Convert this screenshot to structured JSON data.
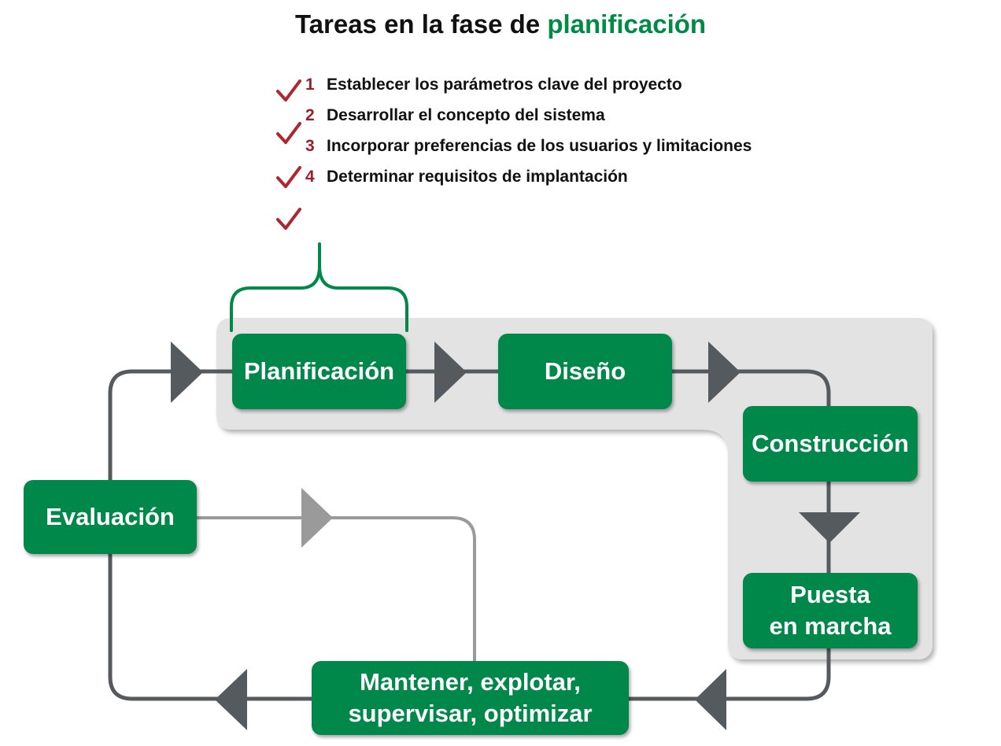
{
  "title": {
    "prefix": "Tareas en la fase de ",
    "highlight": "planificación"
  },
  "tasks": [
    {
      "num": "1",
      "text": "Establecer los parámetros clave del proyecto"
    },
    {
      "num": "2",
      "text": "Desarrollar el concepto del sistema"
    },
    {
      "num": "3",
      "text": "Incorporar preferencias de los usuarios y limitaciones"
    },
    {
      "num": "4",
      "text": "Determinar requisitos de implantación"
    }
  ],
  "icons": {
    "check": "check-mark-icon",
    "brace": "curly-brace-icon",
    "arrow": "triangle-arrow-icon"
  },
  "phases": {
    "planificacion": "Planificación",
    "diseno": "Diseño",
    "construccion": "Construcción",
    "puesta_line1": "Puesta",
    "puesta_line2": "en marcha",
    "mantener_line1": "Mantener, explotar,",
    "mantener_line2": "supervisar, optimizar",
    "evaluacion": "Evaluación"
  },
  "colors": {
    "green": "#00884a",
    "title_green": "#008a45",
    "number_red": "#9b1d2c",
    "check_red": "#b0262f",
    "panel": "#e3e3e3",
    "line": "#555a5e",
    "line_light": "#9a9a9a"
  }
}
